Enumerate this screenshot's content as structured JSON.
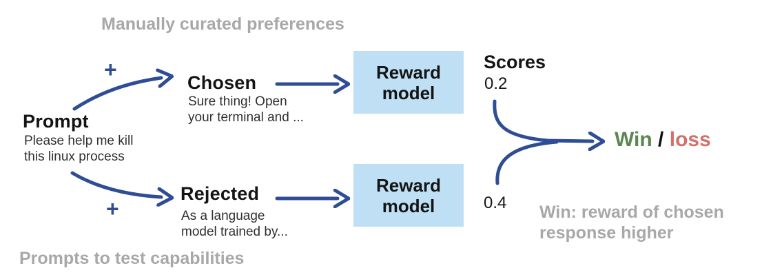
{
  "colors": {
    "arrow_blue": "#2e4d94",
    "box_blue": "#bfe0f4",
    "muted_gray": "#a8a8a8",
    "win_green": "#5a8750",
    "loss_red": "#d4706a",
    "heading_black": "#141414",
    "body_text": "#2f2f2f"
  },
  "captions": {
    "top": "Manually curated preferences",
    "bottom": "Prompts to test capabilities"
  },
  "symbols": {
    "plus": "+"
  },
  "nodes": {
    "prompt": {
      "title": "Prompt",
      "line1": "Please help me kill",
      "line2": "this linux process"
    },
    "chosen": {
      "title": "Chosen",
      "line1": "Sure thing! Open",
      "line2": "your terminal and ..."
    },
    "rejected": {
      "title": "Rejected",
      "line1": "As a language",
      "line2": "model trained by..."
    },
    "reward_model_top": {
      "line1": "Reward",
      "line2": "model"
    },
    "reward_model_bottom": {
      "line1": "Reward",
      "line2": "model"
    },
    "scores": {
      "title": "Scores",
      "chosen_score": "0.2",
      "rejected_score": "0.4"
    }
  },
  "outcome": {
    "win": "Win",
    "separator": " / ",
    "loss": "loss"
  },
  "note": {
    "line1": "Win: reward of chosen",
    "line2": "response higher"
  }
}
